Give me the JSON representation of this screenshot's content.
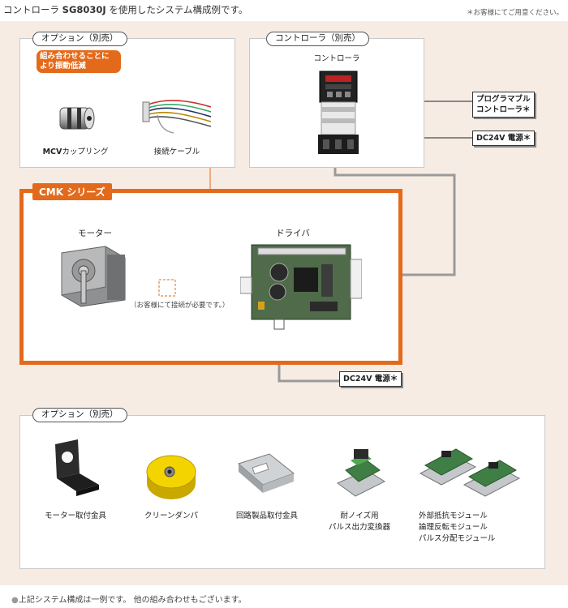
{
  "header": {
    "title_prefix": "コントローラ ",
    "title_model": "SG8030J",
    "title_suffix": " を使用したシステム構成例です。",
    "note": "＊お客様にてご用意ください。"
  },
  "option_top": {
    "tag": "オプション（別売）",
    "badge_line1": "組み合わせることに",
    "badge_line2": "より振動低減",
    "coupling_bold": "MCV",
    "coupling_rest": "カップリング",
    "cable": "接続ケーブル"
  },
  "controller_panel": {
    "tag": "コントローラ（別売）",
    "title": "コントローラ",
    "programmable_line1": "プログラマブル",
    "programmable_line2": "コントローラ",
    "programmable_mark": "＊",
    "power1": "DC24V 電源",
    "power1_mark": "＊"
  },
  "cmk": {
    "tag": "CMK シリーズ",
    "motor": "モーター",
    "driver": "ドライバ",
    "connect_note": "（お客様にて接続が必要です。）",
    "power2": "DC24V 電源",
    "power2_mark": "＊"
  },
  "option_bottom": {
    "tag": "オプション（別売）",
    "items": [
      {
        "label": "モーター取付金具"
      },
      {
        "label": "クリーンダンパ"
      },
      {
        "label": "回路製品取付金具"
      },
      {
        "label": "耐ノイズ用",
        "label2": "パルス出力変換器"
      },
      {
        "label": "外部抵抗モジュール",
        "label2": "論理反転モジュール",
        "label3": "パルス分配モジュール"
      }
    ]
  },
  "footer": {
    "bullet": "●",
    "text": "上記システム構成は一例です。 他の組み合わせもございます。"
  },
  "colors": {
    "accent": "#e46a1b",
    "wire": "#9a9a9a",
    "background": "#f6ece4"
  }
}
